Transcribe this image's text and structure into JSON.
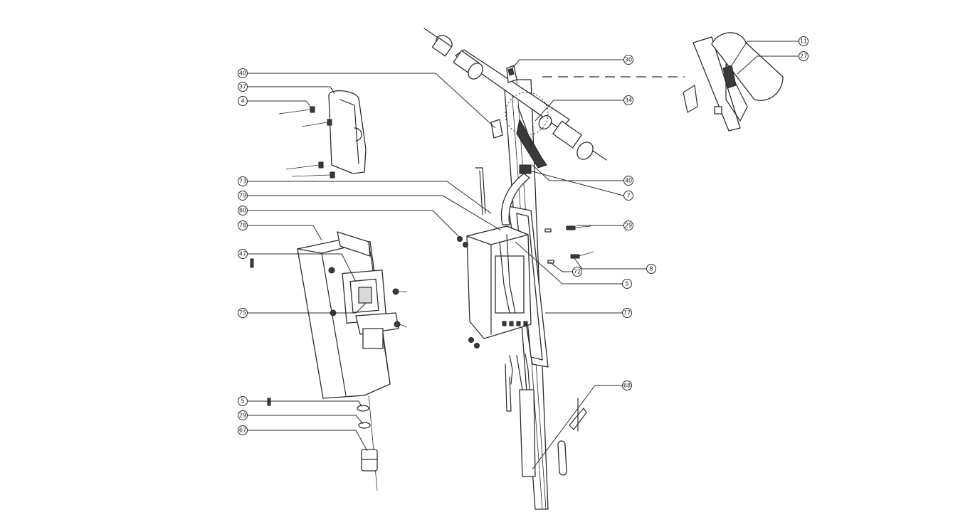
{
  "callouts": [
    {
      "id": "c40a",
      "label": "40"
    },
    {
      "id": "c37",
      "label": "37"
    },
    {
      "id": "c4",
      "label": "4"
    },
    {
      "id": "c73",
      "label": "73"
    },
    {
      "id": "c79",
      "label": "79"
    },
    {
      "id": "c80",
      "label": "80"
    },
    {
      "id": "c78",
      "label": "78"
    },
    {
      "id": "c47",
      "label": "47"
    },
    {
      "id": "c75",
      "label": "75"
    },
    {
      "id": "c5a",
      "label": "5"
    },
    {
      "id": "c29a",
      "label": "29"
    },
    {
      "id": "c67",
      "label": "67"
    },
    {
      "id": "c30",
      "label": "30"
    },
    {
      "id": "c34",
      "label": "34"
    },
    {
      "id": "c40b",
      "label": "40"
    },
    {
      "id": "c7",
      "label": "7"
    },
    {
      "id": "c29b",
      "label": "29"
    },
    {
      "id": "c8",
      "label": "8"
    },
    {
      "id": "c72",
      "label": "72"
    },
    {
      "id": "c5b",
      "label": "5"
    },
    {
      "id": "c77",
      "label": "77"
    },
    {
      "id": "c68",
      "label": "68"
    },
    {
      "id": "c11",
      "label": "11"
    },
    {
      "id": "c27",
      "label": "27"
    }
  ]
}
